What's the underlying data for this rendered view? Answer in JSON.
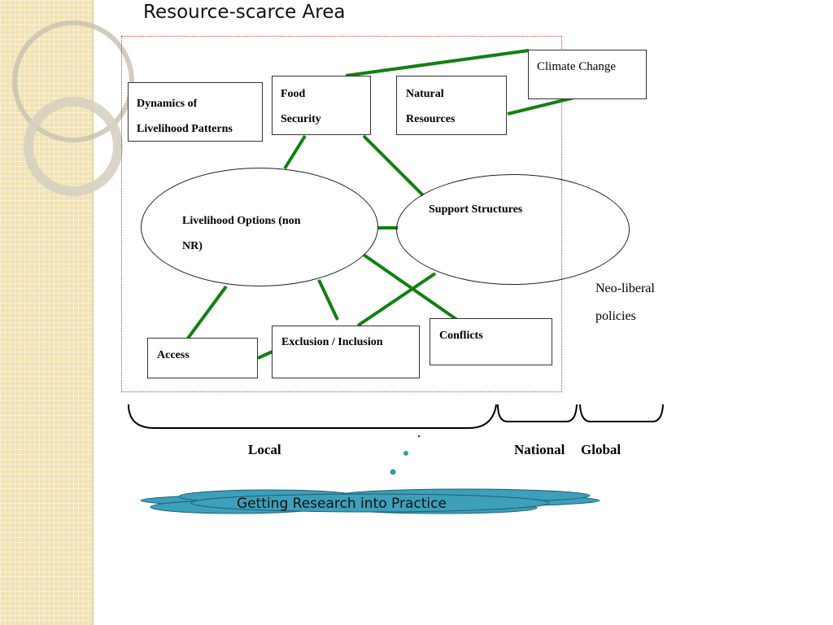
{
  "title": "Resource-scarce Area",
  "boxes": {
    "dynamics": [
      "Dynamics of",
      "Livelihood Patterns"
    ],
    "food": [
      "Food",
      "Security"
    ],
    "natural": [
      "Natural",
      "Resources"
    ],
    "climate": "Climate Change",
    "access": "Access",
    "exclusion": "Exclusion / Inclusion",
    "conflicts": "Conflicts"
  },
  "ellipses": {
    "livelihood": [
      "Livelihood Options (non",
      "NR)"
    ],
    "support": "Support Structures"
  },
  "side_note": [
    "Neo-liberal",
    "policies"
  ],
  "scale_labels": {
    "local": "Local",
    "national": "National",
    "global": "Global"
  },
  "cloud_text": "Getting Research into Practice",
  "colors": {
    "connector": "#128012",
    "cloud": "#3d9fba",
    "dots": "#3aa0b4",
    "area_border": "#e03030"
  }
}
